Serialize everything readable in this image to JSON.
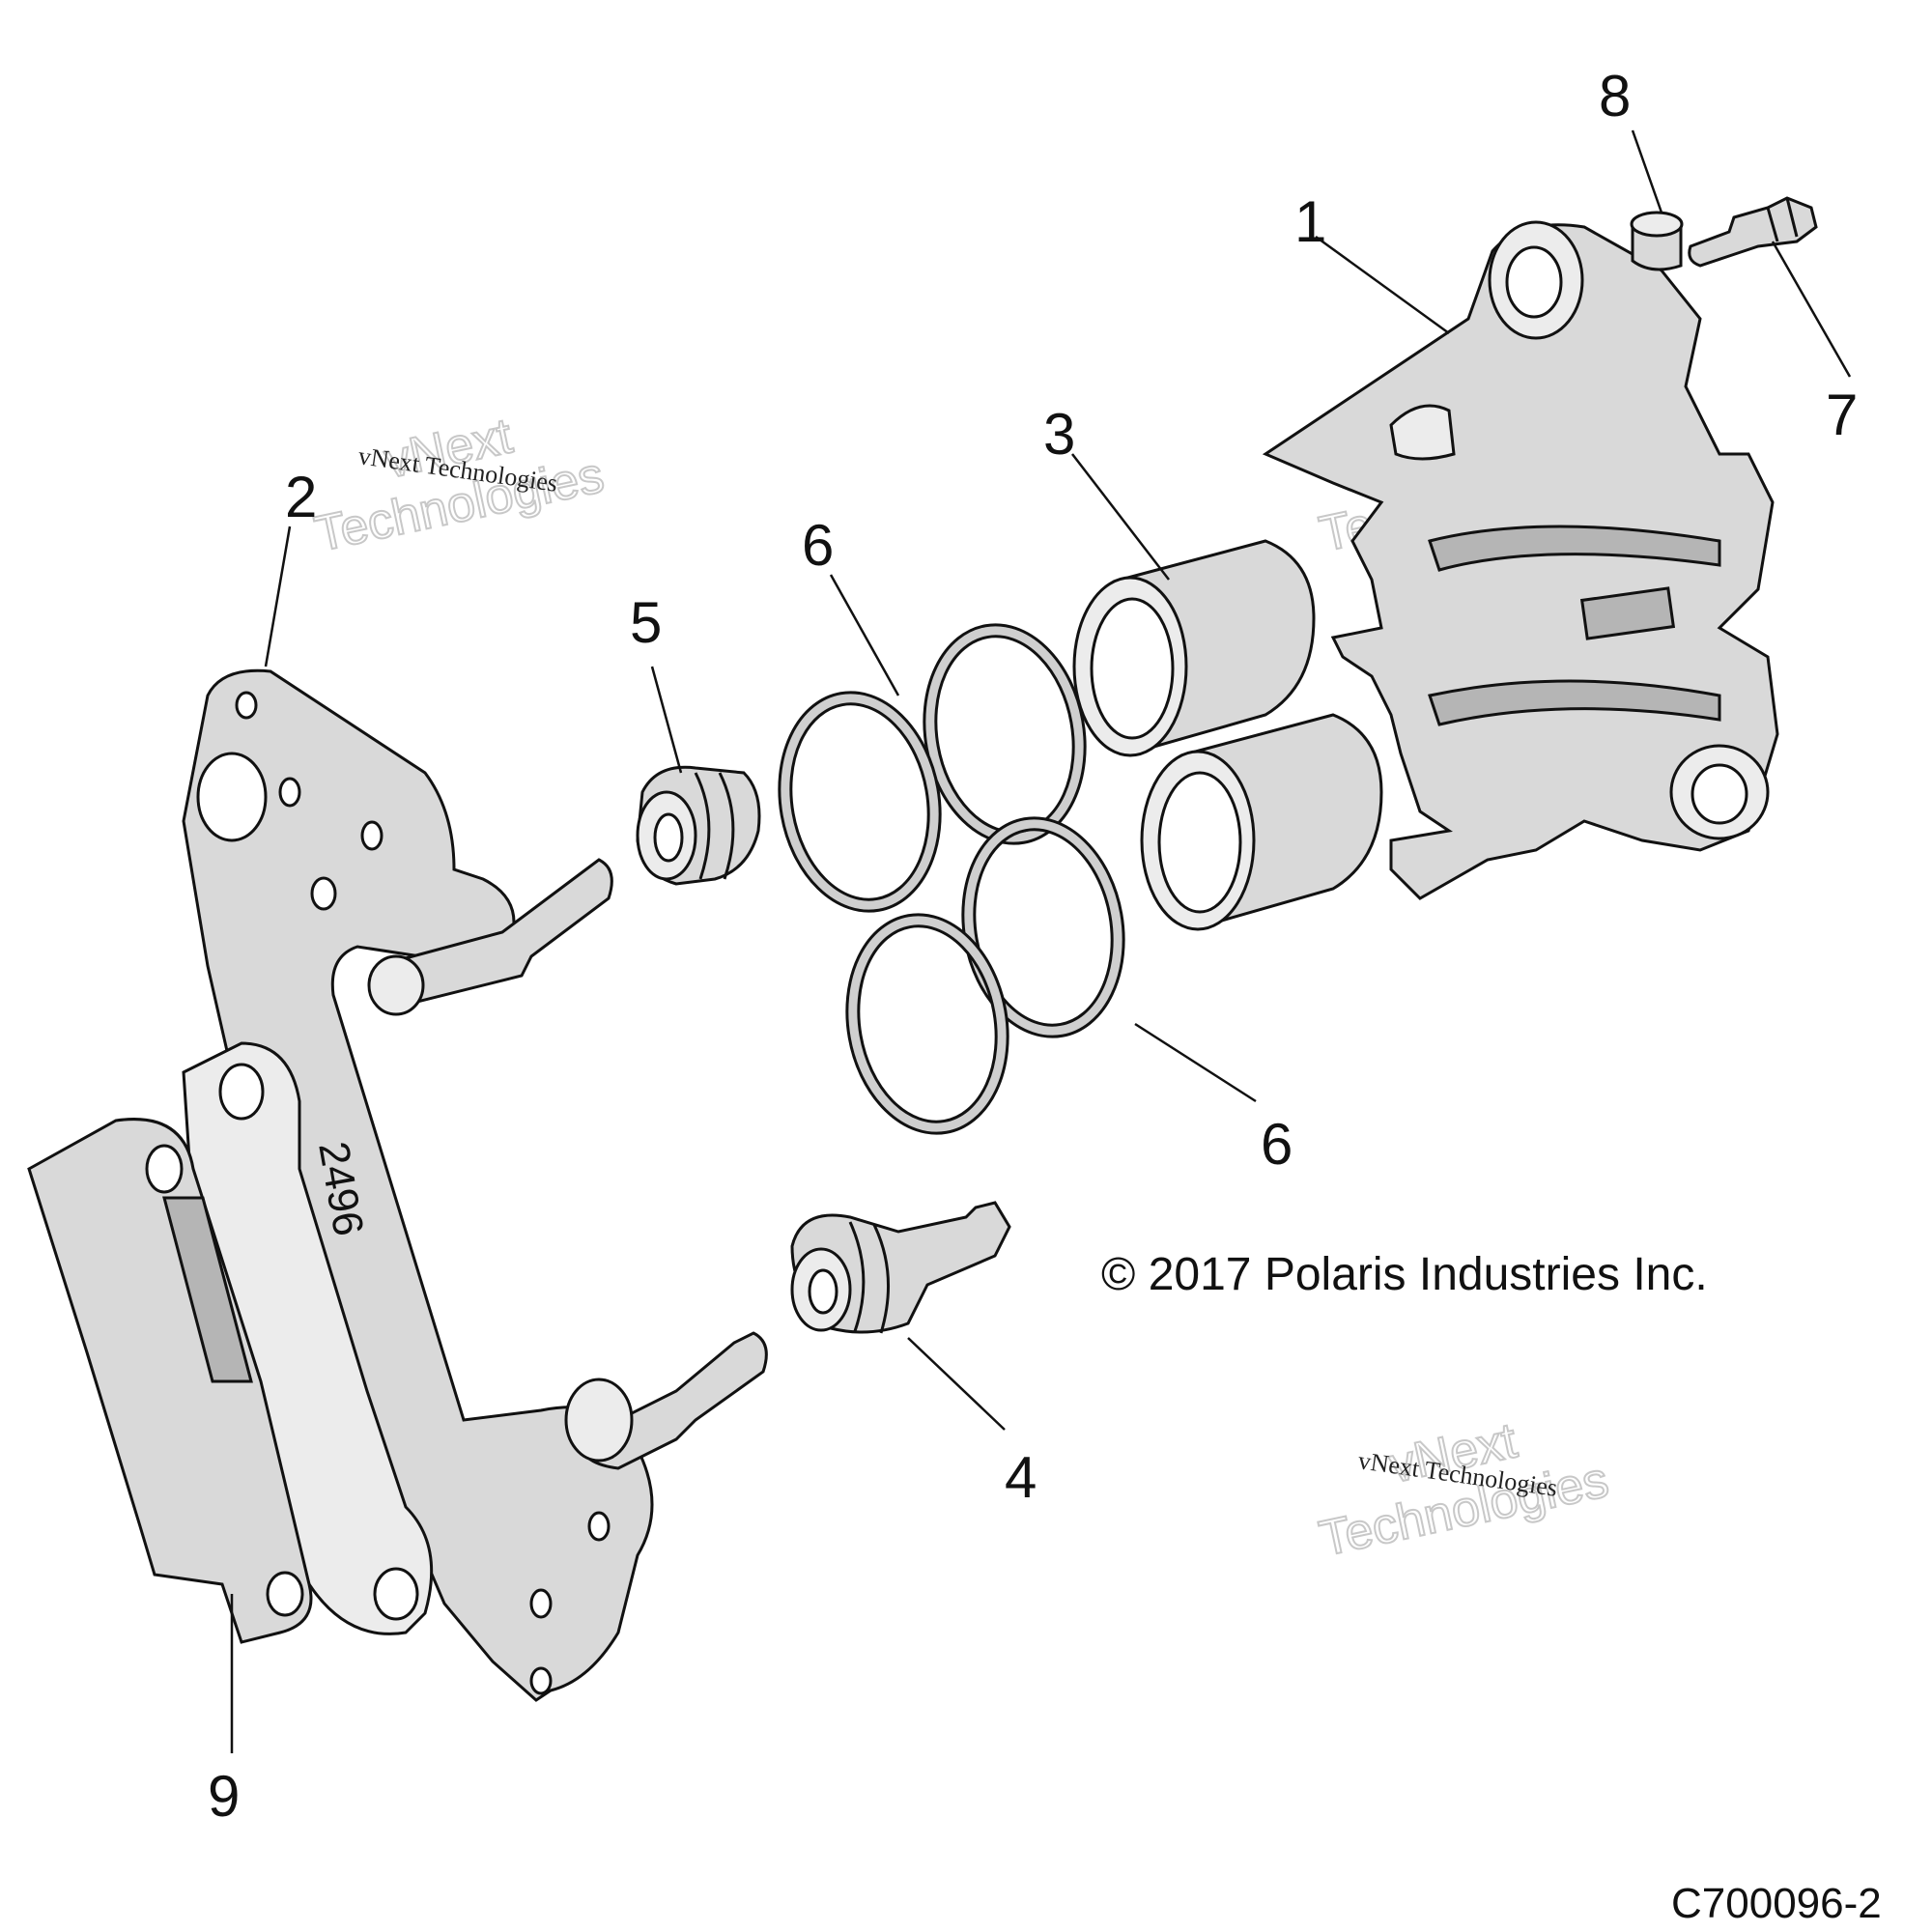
{
  "callouts": [
    "1",
    "2",
    "3",
    "4",
    "5",
    "6",
    "6",
    "7",
    "8",
    "9"
  ],
  "watermark": {
    "line": "vNext Technologies",
    "big_line1": "vNext",
    "big_line2": "Technologies"
  },
  "copyright": "© 2017 Polaris Industries Inc.",
  "drawing_id": "C700096-2",
  "bracket_stamp": "2496"
}
